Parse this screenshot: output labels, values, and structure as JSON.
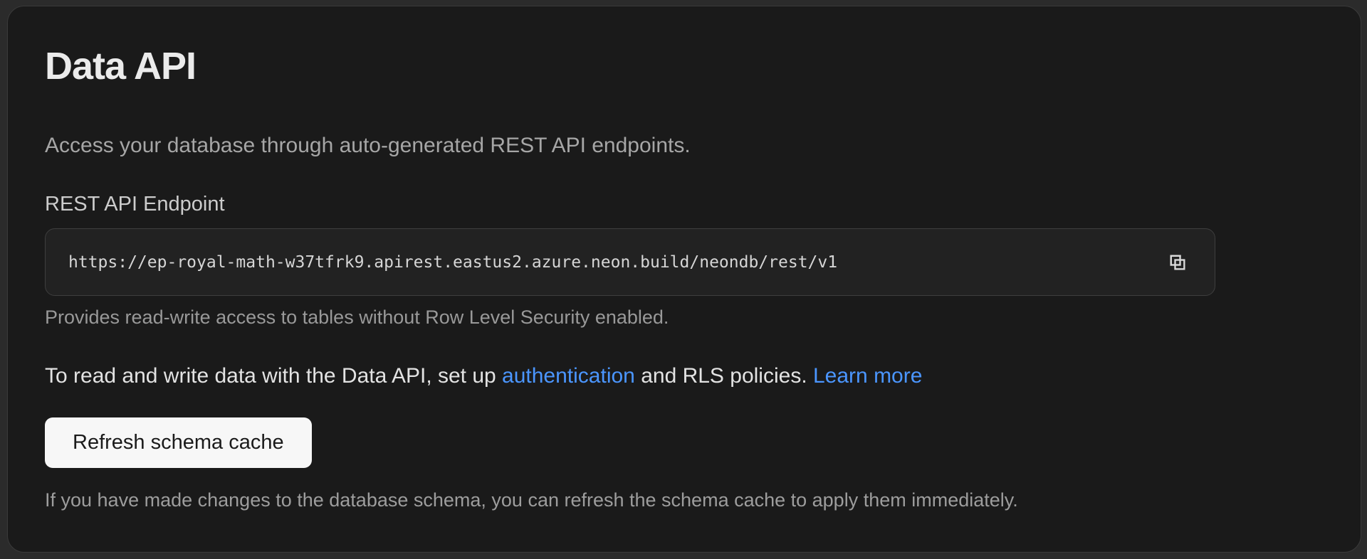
{
  "card": {
    "title": "Data API",
    "description": "Access your database through auto-generated REST API endpoints.",
    "endpoint": {
      "label": "REST API Endpoint",
      "url": "https://ep-royal-math-w37tfrk9.apirest.eastus2.azure.neon.build/neondb/rest/v1",
      "copy_icon": "copy-icon",
      "helper": "Provides read-write access to tables without Row Level Security enabled."
    },
    "rls_note": {
      "text_before": "To read and write data with the Data API, set up ",
      "auth_link_label": "authentication",
      "text_middle": " and RLS policies. ",
      "learn_more_label": "Learn more"
    },
    "refresh": {
      "button_label": "Refresh schema cache",
      "helper": "If you have made changes to the database schema, you can refresh the schema cache to apply them immediately."
    }
  },
  "colors": {
    "page_bg": "#2b2b2b",
    "card_bg": "#1a1a1a",
    "card_border": "#3a3a3a",
    "field_bg": "#222222",
    "link_blue": "#4b96ff",
    "button_bg": "#f7f7f7",
    "button_text": "#1b1b1b"
  }
}
